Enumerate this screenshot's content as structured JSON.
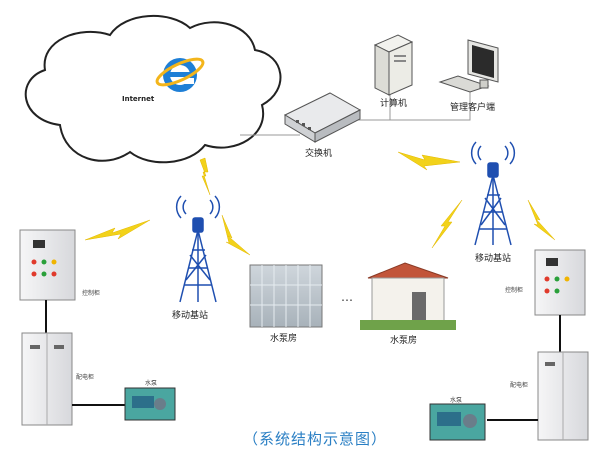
{
  "cloud": {
    "label": "Internet"
  },
  "nodes": {
    "computer": "计算机",
    "client": "管理客户端",
    "switch": "交换机",
    "tower_left": "移动基站",
    "tower_right": "移动基站",
    "pump_house_left": "水泵房",
    "pump_house_right": "水泵房",
    "cabinet_left_small": "控制柜",
    "cabinet_left_large": "配电柜",
    "pump_left": "水泵",
    "cabinet_right_small": "控制柜",
    "cabinet_right_large": "配电柜",
    "pump_right": "水泵"
  },
  "ellipsis": "…",
  "caption": "（系统结构示意图）",
  "colors": {
    "accent": "#2a7fc4",
    "tower": "#1f4fb0",
    "lightning": "#f2d21a",
    "cabinet": "#e8e8ea",
    "line": "#111111"
  }
}
